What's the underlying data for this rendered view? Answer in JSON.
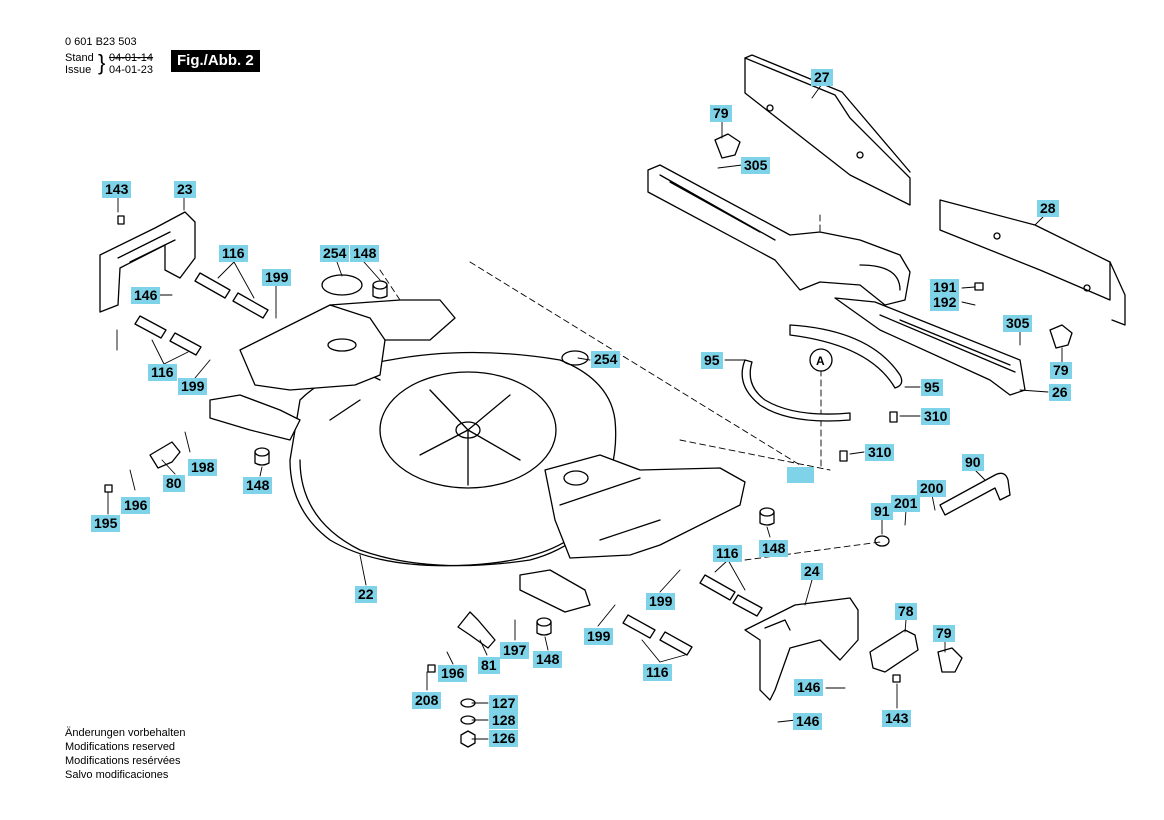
{
  "header": {
    "doc_number": "0 601 B23 503",
    "stand_label": "Stand",
    "issue_label": "Issue",
    "stand_date": "04-01-14",
    "issue_date": "04-01-23",
    "figure": "Fig./Abb. 2"
  },
  "notes": [
    "Änderungen vorbehalten",
    "Modifications reserved",
    "Modifications resérvées",
    "Salvo modificaciones"
  ],
  "detail_marker": "A",
  "part_numbers": [
    "27",
    "79",
    "305",
    "143",
    "23",
    "116",
    "199",
    "254",
    "148",
    "146",
    "116",
    "199",
    "28",
    "191",
    "192",
    "305",
    "79",
    "26",
    "95",
    "95",
    "310",
    "310",
    "254",
    "198",
    "80",
    "196",
    "195",
    "148",
    "22",
    "90",
    "200",
    "201",
    "91",
    "116",
    "148",
    "24",
    "199",
    "199",
    "148",
    "197",
    "196",
    "81",
    "208",
    "127",
    "128",
    "126",
    "116",
    "78",
    "79",
    "146",
    "146",
    "143"
  ]
}
